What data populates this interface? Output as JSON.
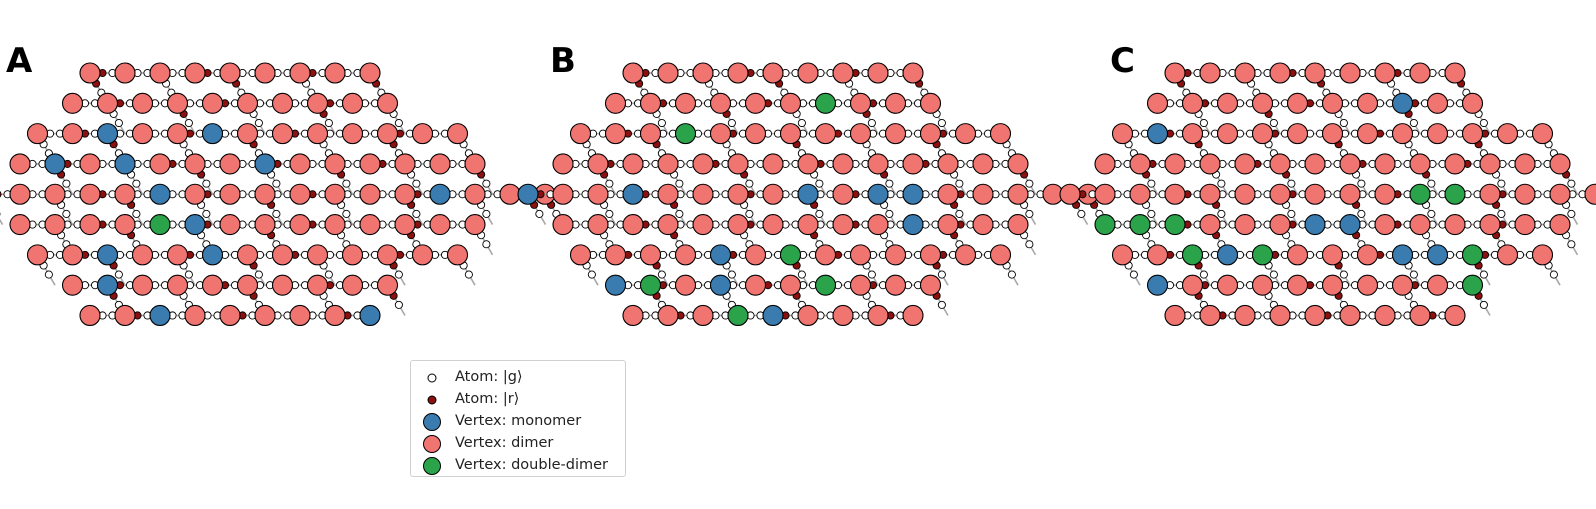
{
  "panels": [
    {
      "label": "A"
    },
    {
      "label": "B"
    },
    {
      "label": "C"
    }
  ],
  "legend": {
    "items": [
      {
        "label": "Atom: |g⟩",
        "kind": "atom-ground"
      },
      {
        "label": "Atom: |r⟩",
        "kind": "atom-rydberg"
      },
      {
        "label": "Vertex: monomer",
        "kind": "monomer"
      },
      {
        "label": "Vertex: dimer",
        "kind": "dimer"
      },
      {
        "label": "Vertex: double-dimer",
        "kind": "double-dimer"
      }
    ]
  },
  "colors": {
    "monomer": "#3a7bb0",
    "dimer": "#f07470",
    "double_dimer": "#2aa34a",
    "atom_ground": "#ffffff",
    "atom_rydberg": "#8b1010",
    "lattice": "#a8a8a8"
  }
}
